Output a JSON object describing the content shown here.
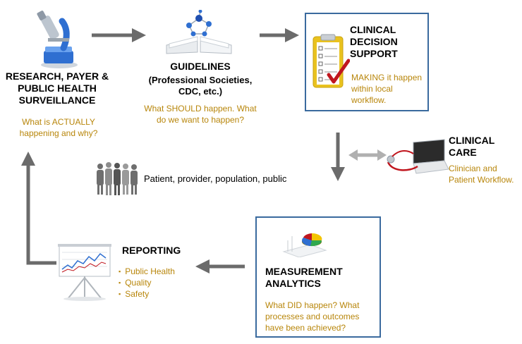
{
  "research": {
    "title": "RESEARCH, PAYER & PUBLIC HEALTH SURVEILLANCE",
    "desc": "What is ACTUALLY happening and why?"
  },
  "guidelines": {
    "title": "GUIDELINES",
    "subtitle": "(Professional Societies, CDC, etc.)",
    "desc": "What SHOULD happen. What do we want to happen?"
  },
  "decision_support": {
    "title": "CLINICAL DECISION SUPPORT",
    "desc": "MAKING it happen within local workflow."
  },
  "clinical_care": {
    "title": "CLINICAL CARE",
    "desc": "Clinician and Patient Workflow."
  },
  "stakeholders": {
    "label": "Patient, provider, population, public"
  },
  "measurement": {
    "title": "MEASUREMENT ANALYTICS",
    "desc": "What DID happen? What processes and outcomes have been achieved?"
  },
  "reporting": {
    "title": "REPORTING",
    "items": [
      "Public Health",
      "Quality",
      "Safety"
    ]
  },
  "colors": {
    "arrow": "#6b6b6b",
    "box_border": "#3a6a9e",
    "accent_text": "#b8860b",
    "double_arrow": "#b0b0b0"
  }
}
